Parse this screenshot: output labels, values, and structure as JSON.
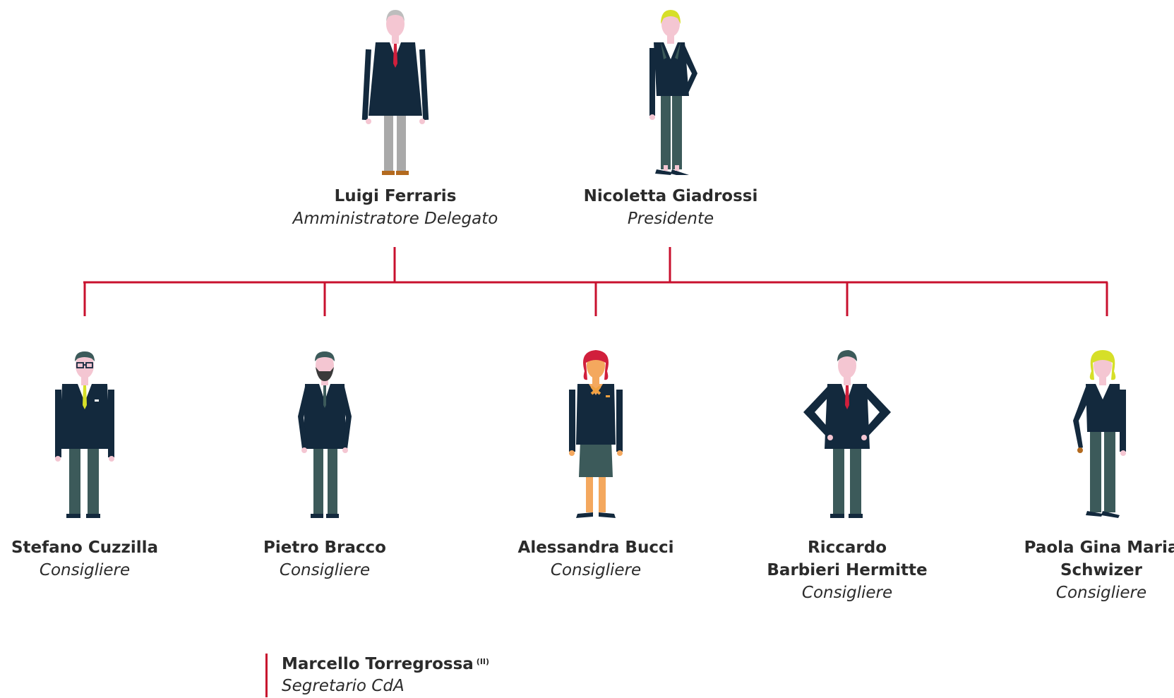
{
  "colors": {
    "line": "#c8102e",
    "suit": "#13293d",
    "trousers": "#3c5a5a",
    "skin": "#f4c6d2",
    "text": "#2b2b2b"
  },
  "leaders": [
    {
      "name": "Luigi Ferraris",
      "role": "Amministratore Delegato"
    },
    {
      "name": "Nicoletta Giadrossi",
      "role": "Presidente"
    }
  ],
  "members": [
    {
      "name": "Stefano Cuzzilla",
      "role": "Consigliere"
    },
    {
      "name": "Pietro Bracco",
      "role": "Consigliere"
    },
    {
      "name": "Alessandra Bucci",
      "role": "Consigliere"
    },
    {
      "name_line1": "Riccardo",
      "name_line2": "Barbieri Hermitte",
      "role": "Consigliere"
    },
    {
      "name_line1": "Paola Gina Maria",
      "name_line2": "Schwizer",
      "role": "Consigliere"
    }
  ],
  "secretary": {
    "name": "Marcello Torregrossa",
    "note": "(II)",
    "role": "Segretario CdA"
  }
}
